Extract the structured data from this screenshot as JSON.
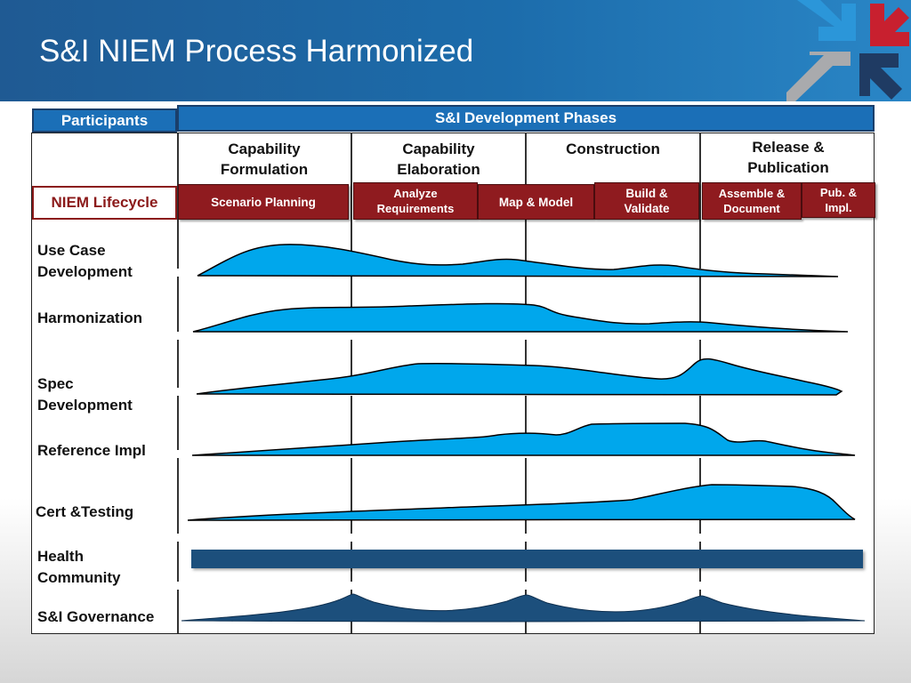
{
  "page": {
    "title": "S&I NIEM Process Harmonized"
  },
  "table": {
    "participants_header": "Participants",
    "phases_header": "S&I Development Phases",
    "phases": [
      {
        "label": "Capability\nFormulation"
      },
      {
        "label": "Capability\nElaboration"
      },
      {
        "label": "Construction"
      },
      {
        "label": "Release &\nPublication"
      }
    ]
  },
  "lifecycle": {
    "label": "NIEM Lifecycle",
    "stages": [
      {
        "label": "Scenario Planning"
      },
      {
        "label": "Analyze\nRequirements"
      },
      {
        "label": "Map & Model"
      },
      {
        "label": "Build &\nValidate"
      },
      {
        "label": "Assemble &\nDocument"
      },
      {
        "label": "Pub. &\nImpl."
      }
    ]
  },
  "rows": [
    {
      "label": "Use Case\nDevelopment"
    },
    {
      "label": "Harmonization"
    },
    {
      "label": "Spec\nDevelopment"
    },
    {
      "label": "Reference Impl"
    },
    {
      "label": "Cert &Testing"
    },
    {
      "label": "Health\nCommunity"
    },
    {
      "label": "S&I Governance"
    }
  ],
  "colors": {
    "header_blue": "#1c6cab",
    "curve_fill": "#00a7ec",
    "dark_bar": "#1c4f7c",
    "stage_red": "#8f1b1f",
    "logo_blue": "#2b96d9",
    "logo_red": "#c8202f",
    "logo_gray": "#a9aaad",
    "logo_navy": "#1f3b63"
  },
  "icons": {
    "logo": "four-arrows-logo-icon"
  }
}
